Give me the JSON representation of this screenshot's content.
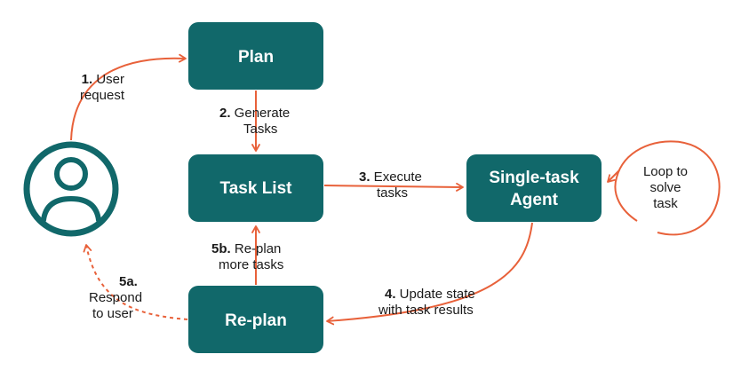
{
  "colors": {
    "node_fill": "#11686a",
    "arrow": "#e8613a",
    "text": "#1a1a1a",
    "node_text": "#ffffff",
    "user_icon": "#11686a"
  },
  "icons": {
    "user": "user-icon"
  },
  "nodes": {
    "plan": "Plan",
    "task_list": "Task List",
    "agent_line1": "Single-task",
    "agent_line2": "Agent",
    "replan": "Re-plan"
  },
  "edges": {
    "user_request": {
      "num": "1.",
      "line1": " User",
      "line2": "request"
    },
    "generate": {
      "num": "2.",
      "line1": " Generate",
      "line2": "Tasks"
    },
    "execute": {
      "num": "3.",
      "line1": " Execute",
      "line2": "tasks"
    },
    "update": {
      "num": "4.",
      "line1": " Update state",
      "line2": "with task results"
    },
    "respond": {
      "num": "5a.",
      "line2": "Respond",
      "line3": "to user"
    },
    "replan_more": {
      "num": "5b.",
      "line1": " Re-plan",
      "line2": "more tasks"
    }
  },
  "loop": {
    "line1": "Loop to",
    "line2": "solve",
    "line3": "task"
  }
}
